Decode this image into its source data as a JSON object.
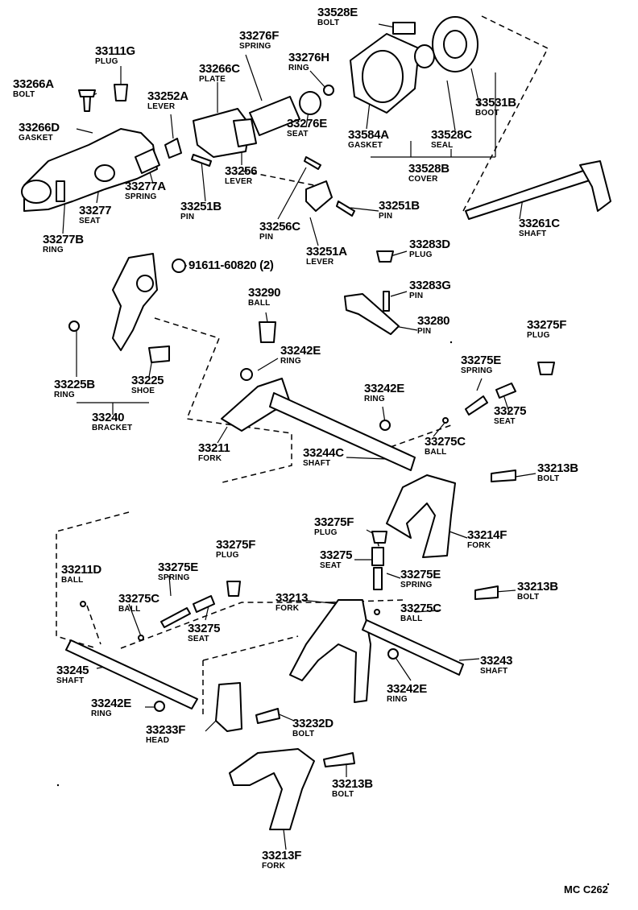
{
  "diagram_code": "MC C262",
  "callouts": [
    {
      "id": "p-33528e",
      "number": "33528E",
      "name": "BOLT"
    },
    {
      "id": "p-33276f",
      "number": "33276F",
      "name": "SPRING"
    },
    {
      "id": "p-33111g",
      "number": "33111G",
      "name": "PLUG"
    },
    {
      "id": "p-33266c",
      "number": "33266C",
      "name": "PLATE"
    },
    {
      "id": "p-33276h",
      "number": "33276H",
      "name": "RING"
    },
    {
      "id": "p-33266a",
      "number": "33266A",
      "name": "BOLT"
    },
    {
      "id": "p-33252a",
      "number": "33252A",
      "name": "LEVER"
    },
    {
      "id": "p-33531b",
      "number": "33531B",
      "name": "BOOT"
    },
    {
      "id": "p-33276e",
      "number": "33276E",
      "name": "SEAT"
    },
    {
      "id": "p-33266d",
      "number": "33266D",
      "name": "GASKET"
    },
    {
      "id": "p-33584a",
      "number": "33584A",
      "name": "GASKET"
    },
    {
      "id": "p-33528c",
      "number": "33528C",
      "name": "SEAL"
    },
    {
      "id": "p-33256",
      "number": "33256",
      "name": "LEVER"
    },
    {
      "id": "p-33528b",
      "number": "33528B",
      "name": "COVER"
    },
    {
      "id": "p-33277a",
      "number": "33277A",
      "name": "SPRING"
    },
    {
      "id": "p-33277",
      "number": "33277",
      "name": "SEAT"
    },
    {
      "id": "p-33251b-1",
      "number": "33251B",
      "name": "PIN"
    },
    {
      "id": "p-33251b-2",
      "number": "33251B",
      "name": "PIN"
    },
    {
      "id": "p-33261c",
      "number": "33261C",
      "name": "SHAFT"
    },
    {
      "id": "p-33256c",
      "number": "33256C",
      "name": "PIN"
    },
    {
      "id": "p-33277b",
      "number": "33277B",
      "name": "RING"
    },
    {
      "id": "p-33283d",
      "number": "33283D",
      "name": "PLUG"
    },
    {
      "id": "p-33251a",
      "number": "33251A",
      "name": "LEVER"
    },
    {
      "id": "p-91611",
      "number": "91611-60820 (2)",
      "name": ""
    },
    {
      "id": "p-33290",
      "number": "33290",
      "name": "BALL"
    },
    {
      "id": "p-33283g",
      "number": "33283G",
      "name": "PIN"
    },
    {
      "id": "p-33280",
      "number": "33280",
      "name": "PIN"
    },
    {
      "id": "p-33275f-1",
      "number": "33275F",
      "name": "PLUG"
    },
    {
      "id": "p-33242e-1",
      "number": "33242E",
      "name": "RING"
    },
    {
      "id": "p-33275e-1",
      "number": "33275E",
      "name": "SPRING"
    },
    {
      "id": "p-33225b",
      "number": "33225B",
      "name": "RING"
    },
    {
      "id": "p-33225",
      "number": "33225",
      "name": "SHOE"
    },
    {
      "id": "p-33242e-2",
      "number": "33242E",
      "name": "RING"
    },
    {
      "id": "p-33275-1",
      "number": "33275",
      "name": "SEAT"
    },
    {
      "id": "p-33240",
      "number": "33240",
      "name": "BRACKET"
    },
    {
      "id": "p-33275c-1",
      "number": "33275C",
      "name": "BALL"
    },
    {
      "id": "p-33211",
      "number": "33211",
      "name": "FORK"
    },
    {
      "id": "p-33244c",
      "number": "33244C",
      "name": "SHAFT"
    },
    {
      "id": "p-33213b-1",
      "number": "33213B",
      "name": "BOLT"
    },
    {
      "id": "p-33275f-2",
      "number": "33275F",
      "name": "PLUG"
    },
    {
      "id": "p-33214f",
      "number": "33214F",
      "name": "FORK"
    },
    {
      "id": "p-33275f-3",
      "number": "33275F",
      "name": "PLUG"
    },
    {
      "id": "p-33275-2",
      "number": "33275",
      "name": "SEAT"
    },
    {
      "id": "p-33211d",
      "number": "33211D",
      "name": "BALL"
    },
    {
      "id": "p-33275e-2",
      "number": "33275E",
      "name": "SPRING"
    },
    {
      "id": "p-33275e-3",
      "number": "33275E",
      "name": "SPRING"
    },
    {
      "id": "p-33213b-2",
      "number": "33213B",
      "name": "BOLT"
    },
    {
      "id": "p-33213",
      "number": "33213",
      "name": "FORK"
    },
    {
      "id": "p-33275c-2",
      "number": "33275C",
      "name": "BALL"
    },
    {
      "id": "p-33275c-3",
      "number": "33275C",
      "name": "BALL"
    },
    {
      "id": "p-33275-3",
      "number": "33275",
      "name": "SEAT"
    },
    {
      "id": "p-33243",
      "number": "33243",
      "name": "SHAFT"
    },
    {
      "id": "p-33245",
      "number": "33245",
      "name": "SHAFT"
    },
    {
      "id": "p-33242e-3",
      "number": "33242E",
      "name": "RING"
    },
    {
      "id": "p-33242e-4",
      "number": "33242E",
      "name": "RING"
    },
    {
      "id": "p-33232d",
      "number": "33232D",
      "name": "BOLT"
    },
    {
      "id": "p-33233f",
      "number": "33233F",
      "name": "HEAD"
    },
    {
      "id": "p-33213b-3",
      "number": "33213B",
      "name": "BOLT"
    },
    {
      "id": "p-33213f",
      "number": "33213F",
      "name": "FORK"
    }
  ]
}
